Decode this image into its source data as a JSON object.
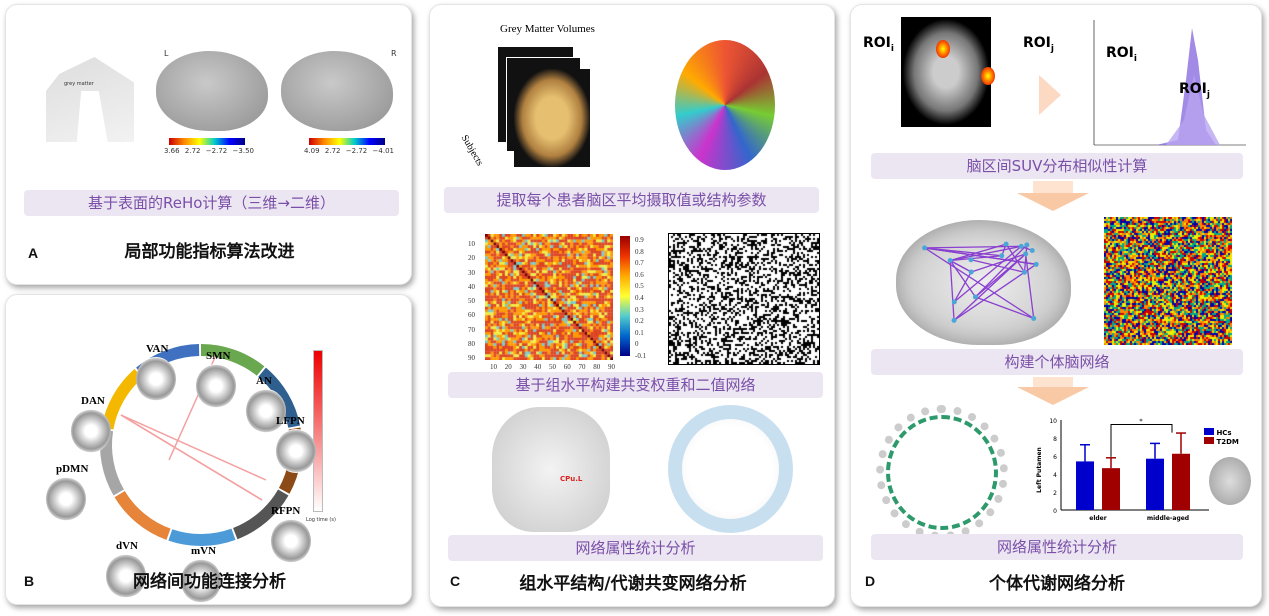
{
  "panel_a": {
    "letter": "A",
    "title": "局部功能指标算法改进",
    "caption": "基于表面的ReHo计算（三维→二维）",
    "left_label": "L",
    "right_label": "R",
    "grey_matter_label": "grey matter",
    "left_colorbar": [
      "3.66",
      "2.72",
      "−2.72",
      "−3.50"
    ],
    "right_colorbar": [
      "4.09",
      "2.72",
      "−2.72",
      "−4.01"
    ]
  },
  "panel_b": {
    "letter": "B",
    "title": "网络间功能连接分析",
    "colorbar_label": "Log time (s)",
    "networks": [
      {
        "name": "SMN",
        "color": "#6aa84f"
      },
      {
        "name": "AN",
        "color": "#2e5f8f"
      },
      {
        "name": "LFPN",
        "color": "#8b4a16"
      },
      {
        "name": "RFPN",
        "color": "#555555"
      },
      {
        "name": "mVN",
        "color": "#4d9ad8"
      },
      {
        "name": "dVN",
        "color": "#e6843a"
      },
      {
        "name": "pDMN",
        "color": "#a6a6a6"
      },
      {
        "name": "DAN",
        "color": "#f4b800"
      },
      {
        "name": "VAN",
        "color": "#3f71c0"
      }
    ]
  },
  "panel_c": {
    "letter": "C",
    "title": "组水平结构/代谢共变网络分析",
    "gm_title": "Grey Matter Volumes",
    "subjects_label": "Subjects",
    "caption1": "提取每个患者脑区平均摄取值或结构参数",
    "caption2": "基于组水平构建共变权重和二值网络",
    "caption3": "网络属性统计分析",
    "matrix_ticks": [
      "10",
      "20",
      "30",
      "40",
      "50",
      "60",
      "70",
      "80",
      "90"
    ],
    "colorbar_ticks": [
      "0.9",
      "0.8",
      "0.7",
      "0.6",
      "0.5",
      "0.4",
      "0.3",
      "0.2",
      "0.1",
      "0",
      "-0.1"
    ],
    "region_label": "CPu.L"
  },
  "panel_d": {
    "letter": "D",
    "title": "个体代谢网络分析",
    "roi_i": "ROI",
    "roi_j": "ROI",
    "sub_i": "i",
    "sub_j": "j",
    "caption1": "脑区间SUV分布相似性计算",
    "caption2": "构建个体脑网络",
    "caption3": "网络属性统计分析"
  },
  "chart_data": {
    "type": "bar",
    "categories": [
      "elder",
      "middle-aged"
    ],
    "ylabel": "Left Putamen",
    "ylim": [
      0,
      10
    ],
    "yticks": [
      "0",
      "2",
      "4",
      "6",
      "8",
      "10"
    ],
    "series": [
      {
        "name": "HCs",
        "color": "#0000cc",
        "values": [
          5.4,
          5.7
        ],
        "errors": [
          1.85,
          1.7
        ]
      },
      {
        "name": "T2DM",
        "color": "#a00000",
        "values": [
          4.65,
          6.25
        ],
        "errors": [
          1.15,
          2.3
        ]
      }
    ],
    "annotation": "*"
  }
}
